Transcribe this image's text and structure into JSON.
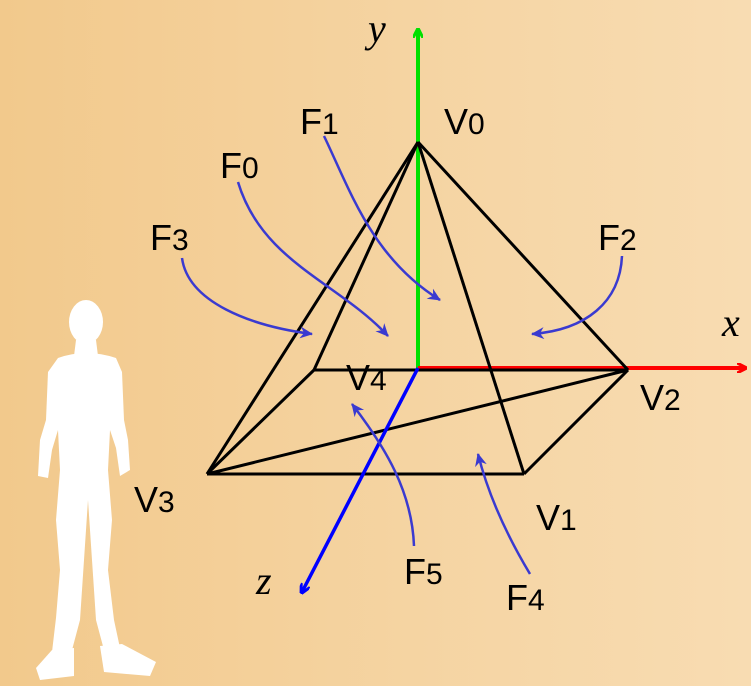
{
  "axes": {
    "x": "x",
    "y": "y",
    "z": "z"
  },
  "vertices": [
    {
      "name": "V",
      "sub": "0"
    },
    {
      "name": "V",
      "sub": "1"
    },
    {
      "name": "V",
      "sub": "2"
    },
    {
      "name": "V",
      "sub": "3"
    },
    {
      "name": "V",
      "sub": "4"
    }
  ],
  "faces": [
    {
      "name": "F",
      "sub": "0"
    },
    {
      "name": "F",
      "sub": "1"
    },
    {
      "name": "F",
      "sub": "2"
    },
    {
      "name": "F",
      "sub": "3"
    },
    {
      "name": "F",
      "sub": "4"
    },
    {
      "name": "F",
      "sub": "5"
    }
  ],
  "colors": {
    "x_axis": "#ff0000",
    "y_axis": "#00e000",
    "z_axis": "#0000ff",
    "face_arrows": "#3a3ad0",
    "edges": "#000000",
    "figure": "#ffffff"
  },
  "icons": {
    "figure": "human-silhouette-icon"
  }
}
